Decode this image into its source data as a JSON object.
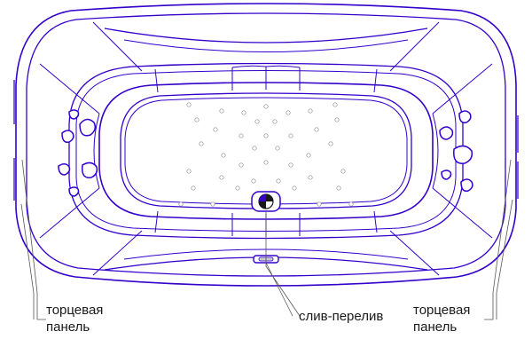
{
  "labels": {
    "end_panel_left_line1": "торцевая",
    "end_panel_left_line2": "панель",
    "drain_overflow": "слив-перелив",
    "end_panel_right_line1": "торцевая",
    "end_panel_right_line2": "панель"
  },
  "colors": {
    "outline": "#3300cc",
    "nozzle": "#8c8c8c",
    "leader": "#555555",
    "text": "#1a1a1a"
  },
  "icons": {
    "drain": "drain-overflow-icon"
  }
}
